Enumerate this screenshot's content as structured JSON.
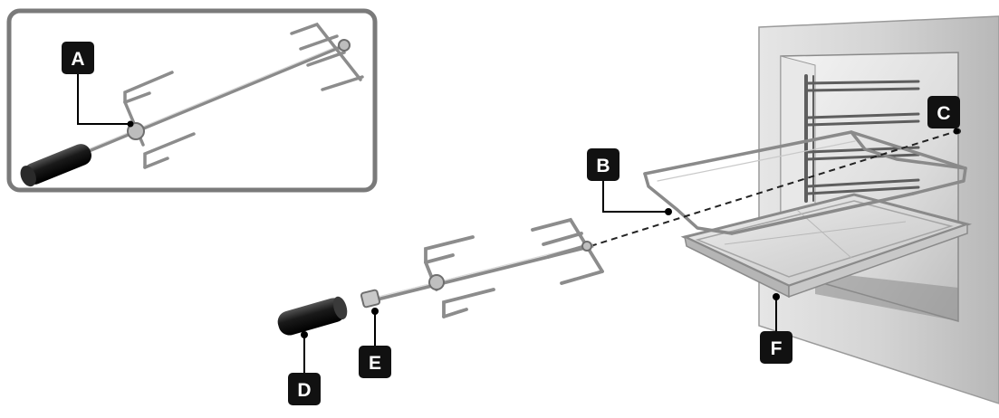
{
  "labels": {
    "a": "A",
    "b": "B",
    "c": "C",
    "d": "D",
    "e": "E",
    "f": "F"
  },
  "colors": {
    "badge": "#111111",
    "inset_border": "#7a7a7a",
    "metal": "#9a9a9a",
    "metal_dark": "#6e6e6e",
    "oven_wall": "#cfcfcf",
    "handle": "#1a1a1a"
  }
}
